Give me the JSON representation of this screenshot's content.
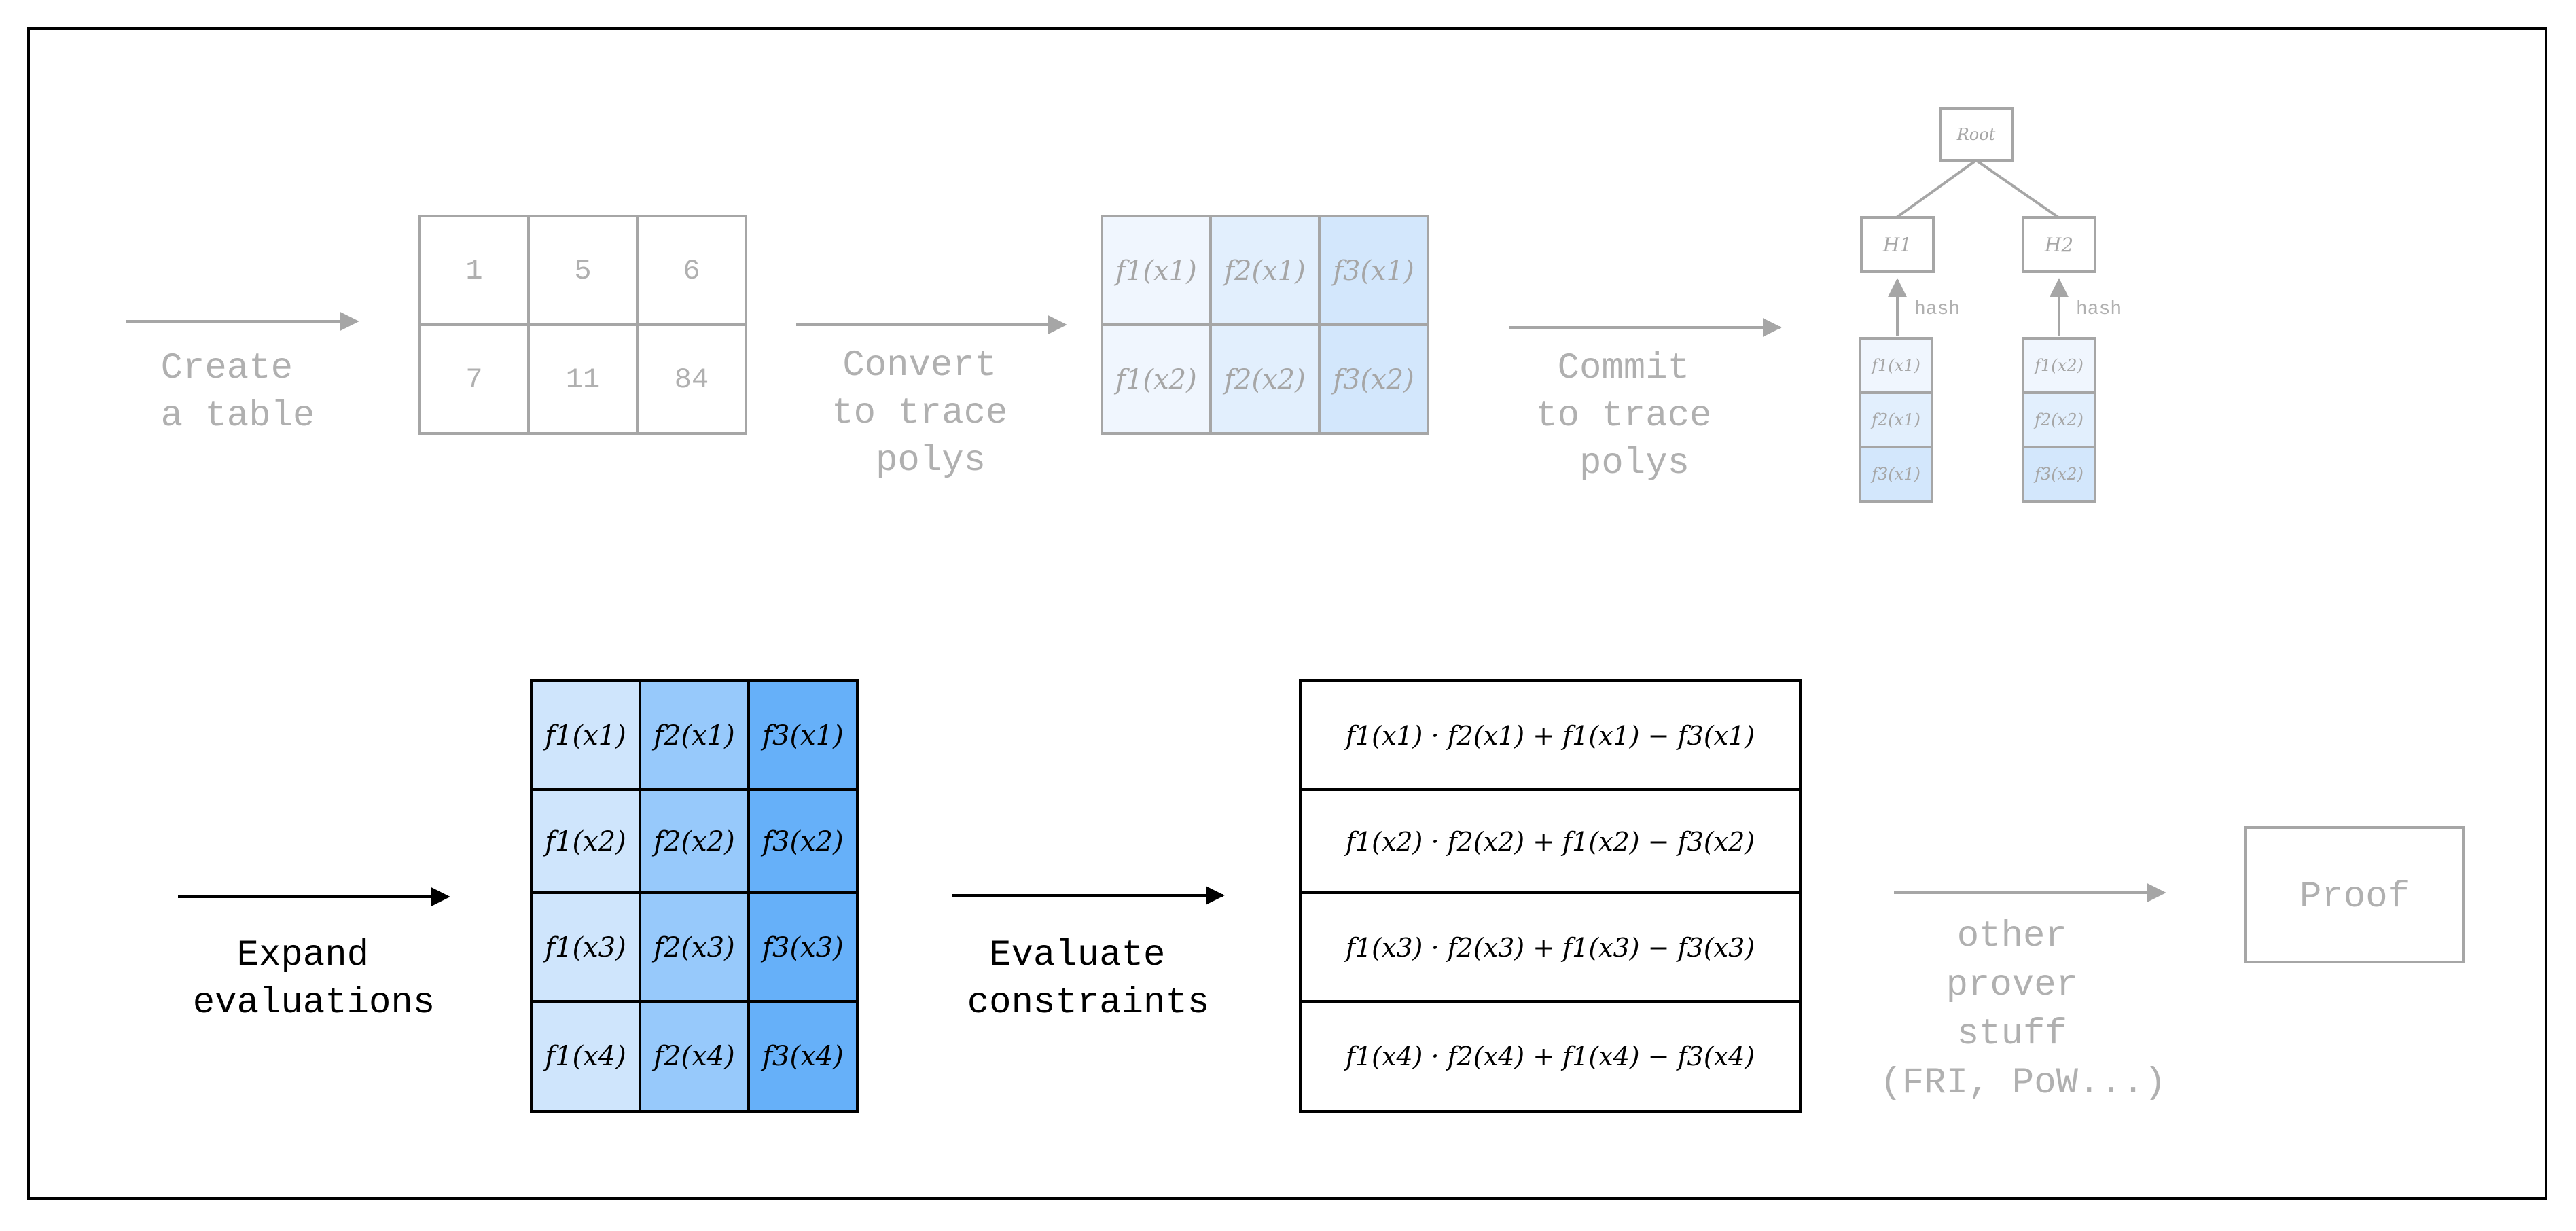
{
  "top_row": {
    "step1_label": [
      "Create",
      "a table"
    ],
    "table_values": [
      [
        "1",
        "5",
        "6"
      ],
      [
        "7",
        "11",
        "84"
      ]
    ],
    "step2_label": [
      "Convert",
      "to trace",
      "polys"
    ],
    "trace_polys": [
      [
        "f1(x1)",
        "f2(x1)",
        "f3(x1)"
      ],
      [
        "f1(x2)",
        "f2(x2)",
        "f3(x2)"
      ]
    ],
    "step3_label": [
      "Commit",
      "to trace",
      "polys"
    ],
    "merkle": {
      "root": "Root",
      "nodes": [
        "H1",
        "H2"
      ],
      "hash_label": "hash",
      "leaves_left": [
        "f1(x1)",
        "f2(x1)",
        "f3(x1)"
      ],
      "leaves_right": [
        "f1(x2)",
        "f2(x2)",
        "f3(x2)"
      ]
    }
  },
  "bottom_row": {
    "step4_label": [
      "Expand",
      "evaluations"
    ],
    "expanded": [
      [
        "f1(x1)",
        "f2(x1)",
        "f3(x1)"
      ],
      [
        "f1(x2)",
        "f2(x2)",
        "f3(x2)"
      ],
      [
        "f1(x3)",
        "f2(x3)",
        "f3(x3)"
      ],
      [
        "f1(x4)",
        "f2(x4)",
        "f3(x4)"
      ]
    ],
    "step5_label": [
      "Evaluate",
      "constraints"
    ],
    "constraints": [
      "f1(x1) · f2(x1) + f1(x1) − f3(x1)",
      "f1(x2) · f2(x2) + f1(x2) − f3(x2)",
      "f1(x3) · f2(x3) + f1(x3) − f3(x3)",
      "f1(x4) · f2(x4) + f1(x4) − f3(x4)"
    ],
    "step6_label": [
      "other",
      "prover",
      "stuff",
      "(FRI, PoW...)"
    ],
    "proof_label": "Proof"
  },
  "colors": {
    "faded": "#a6a6a6",
    "faded_text": "#b0b0b0",
    "dark": "#000000",
    "blue_light": "#cfe5fc",
    "blue_mid": "#97c9fb",
    "blue_strong": "#66b0f9",
    "blue_faded_1": "#f0f6fe",
    "blue_faded_2": "#e2effd",
    "blue_faded_3": "#d3e7fc"
  }
}
